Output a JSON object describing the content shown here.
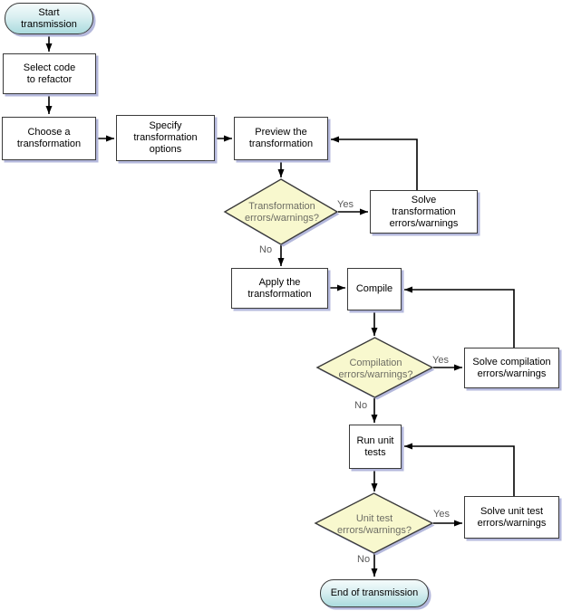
{
  "diagram": {
    "type": "flowchart",
    "background": "#ffffff",
    "nodes": {
      "start": {
        "shape": "terminator",
        "lines": [
          "Start",
          "transmission"
        ]
      },
      "select_code": {
        "shape": "process",
        "lines": [
          "Select code",
          "to refactor"
        ]
      },
      "choose_transformation": {
        "shape": "process",
        "lines": [
          "Choose a",
          "transformation"
        ]
      },
      "specify_options": {
        "shape": "process",
        "lines": [
          "Specify",
          "transformation",
          "options"
        ]
      },
      "preview_transformation": {
        "shape": "process",
        "lines": [
          "Preview the",
          "transformation"
        ]
      },
      "transformation_errors": {
        "shape": "decision",
        "lines": [
          "Transformation",
          "errors/warnings?"
        ]
      },
      "solve_transformation": {
        "shape": "process",
        "lines": [
          "Solve",
          "transformation",
          "errors/warnings"
        ]
      },
      "apply_transformation": {
        "shape": "process",
        "lines": [
          "Apply the",
          "transformation"
        ]
      },
      "compile": {
        "shape": "process",
        "lines": [
          "Compile"
        ]
      },
      "compilation_errors": {
        "shape": "decision",
        "lines": [
          "Compilation",
          "errors/warnings?"
        ]
      },
      "solve_compilation": {
        "shape": "process",
        "lines": [
          "Solve compilation",
          "errors/warnings"
        ]
      },
      "run_unit_tests": {
        "shape": "process",
        "lines": [
          "Run unit",
          "tests"
        ]
      },
      "unit_test_errors": {
        "shape": "decision",
        "lines": [
          "Unit test",
          "errors/warnings?"
        ]
      },
      "solve_unit_test": {
        "shape": "process",
        "lines": [
          "Solve unit test",
          "errors/warnings"
        ]
      },
      "end": {
        "shape": "terminator",
        "lines": [
          "End of transmission"
        ]
      }
    },
    "branch_labels": {
      "yes": "Yes",
      "no": "No"
    },
    "colors": {
      "border": "#3a3a3a",
      "connector": "#000000",
      "process_fill": "#ffffff",
      "decision_fill": "#f8f8ce",
      "terminator_top": "#f4fbfb",
      "terminator_fill": "#abdbde",
      "shadow": "#b4b8dc",
      "decision_text": "#6d6d64",
      "label_text": "#595959"
    }
  }
}
